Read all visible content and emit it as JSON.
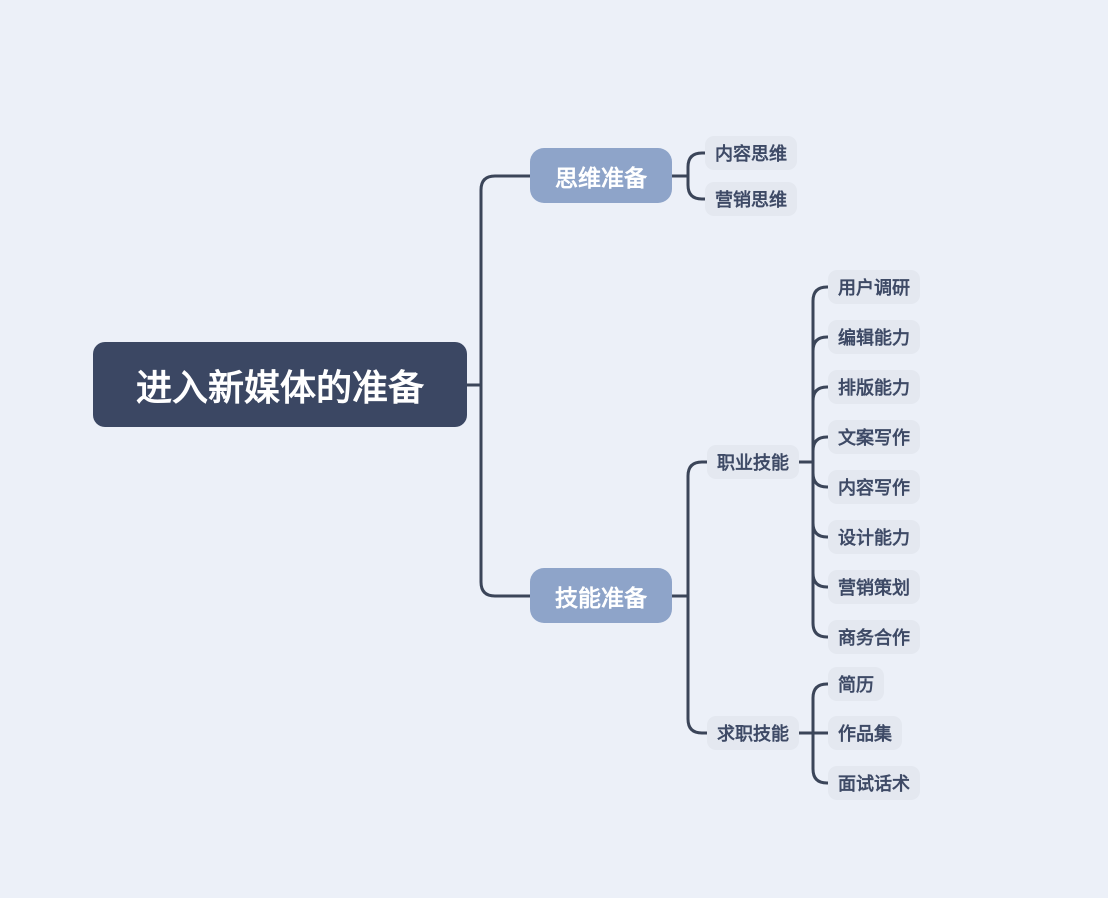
{
  "canvas": {
    "background_color": "#ECF0F8"
  },
  "palette": {
    "canvas_bg": "#ECF0F8",
    "line_color": "#3B4559",
    "root_bg": "#3B4763",
    "root_text": "#FFFFFF",
    "branch_bg": "#8EA4C9",
    "branch_text": "#FFFFFF",
    "leaf_bg": "#E4E8F0",
    "leaf_text": "#3E4A66"
  },
  "mindmap": {
    "root": {
      "label": "进入新媒体的准备"
    },
    "branches": [
      {
        "label": "思维准备",
        "children": [
          {
            "label": "内容思维"
          },
          {
            "label": "营销思维"
          }
        ]
      },
      {
        "label": "技能准备",
        "children": [
          {
            "label": "职业技能",
            "children": [
              {
                "label": "用户调研"
              },
              {
                "label": "编辑能力"
              },
              {
                "label": "排版能力"
              },
              {
                "label": "文案写作"
              },
              {
                "label": "内容写作"
              },
              {
                "label": "设计能力"
              },
              {
                "label": "营销策划"
              },
              {
                "label": "商务合作"
              }
            ]
          },
          {
            "label": "求职技能",
            "children": [
              {
                "label": "简历"
              },
              {
                "label": "作品集"
              },
              {
                "label": "面试话术"
              }
            ]
          }
        ]
      }
    ]
  }
}
